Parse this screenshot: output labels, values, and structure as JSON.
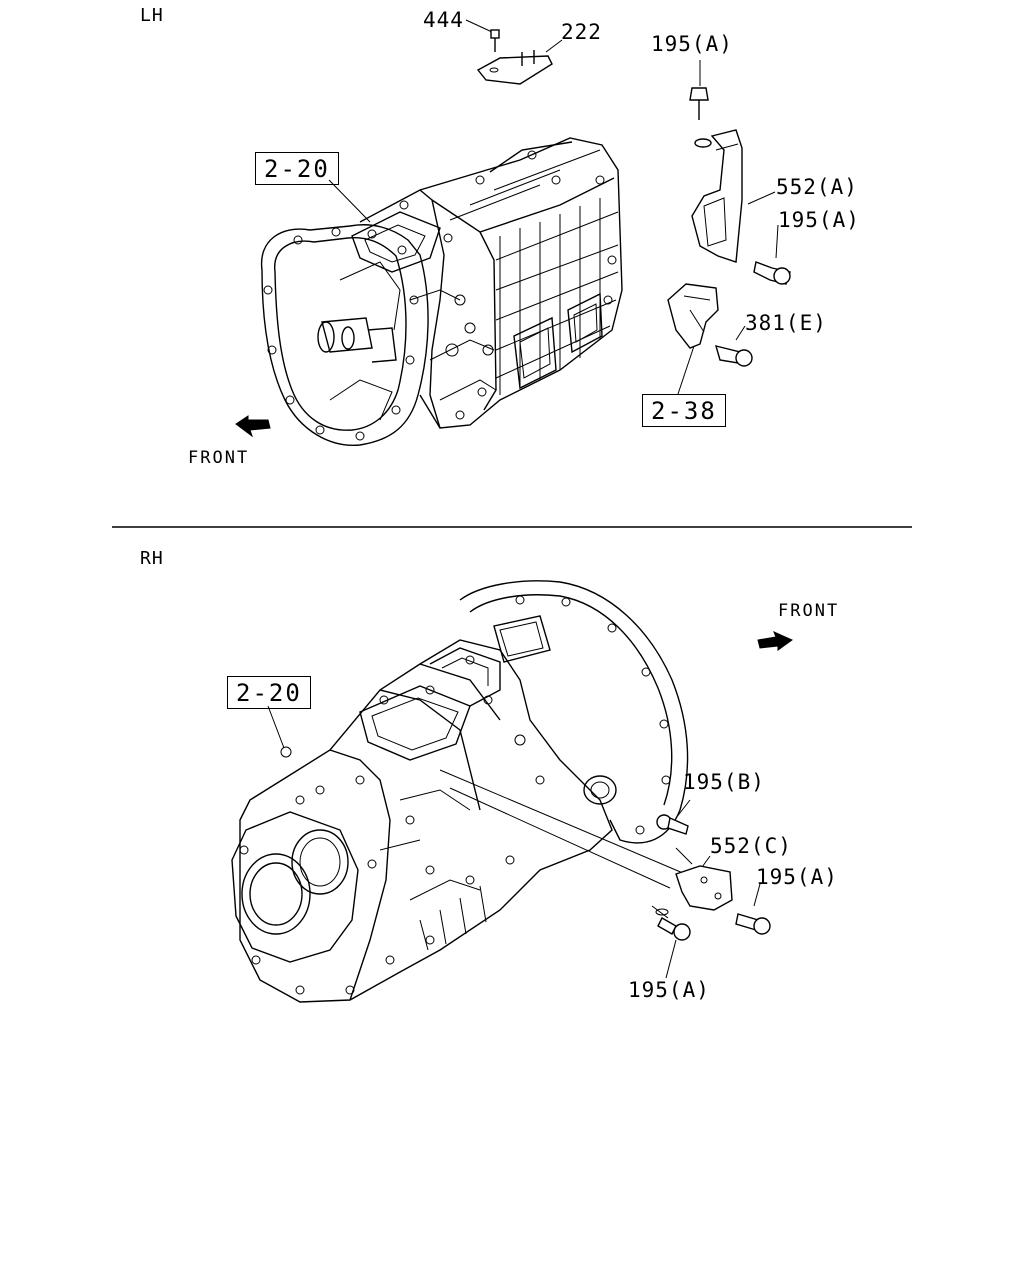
{
  "sections": {
    "lh": "LH",
    "rh": "RH"
  },
  "direction": {
    "front_lh": "FRONT",
    "front_rh": "FRONT"
  },
  "lh_labels": {
    "p444": "444",
    "p222": "222",
    "p195a_top": "195(A)",
    "p552a": "552(A)",
    "p195a_mid": "195(A)",
    "p381e": "381(E)",
    "ref_2_20": "2-20",
    "ref_2_38": "2-38"
  },
  "rh_labels": {
    "ref_2_20": "2-20",
    "p195b": "195(B)",
    "p552c": "552(C)",
    "p195a_right": "195(A)",
    "p195a_bottom": "195(A)"
  }
}
